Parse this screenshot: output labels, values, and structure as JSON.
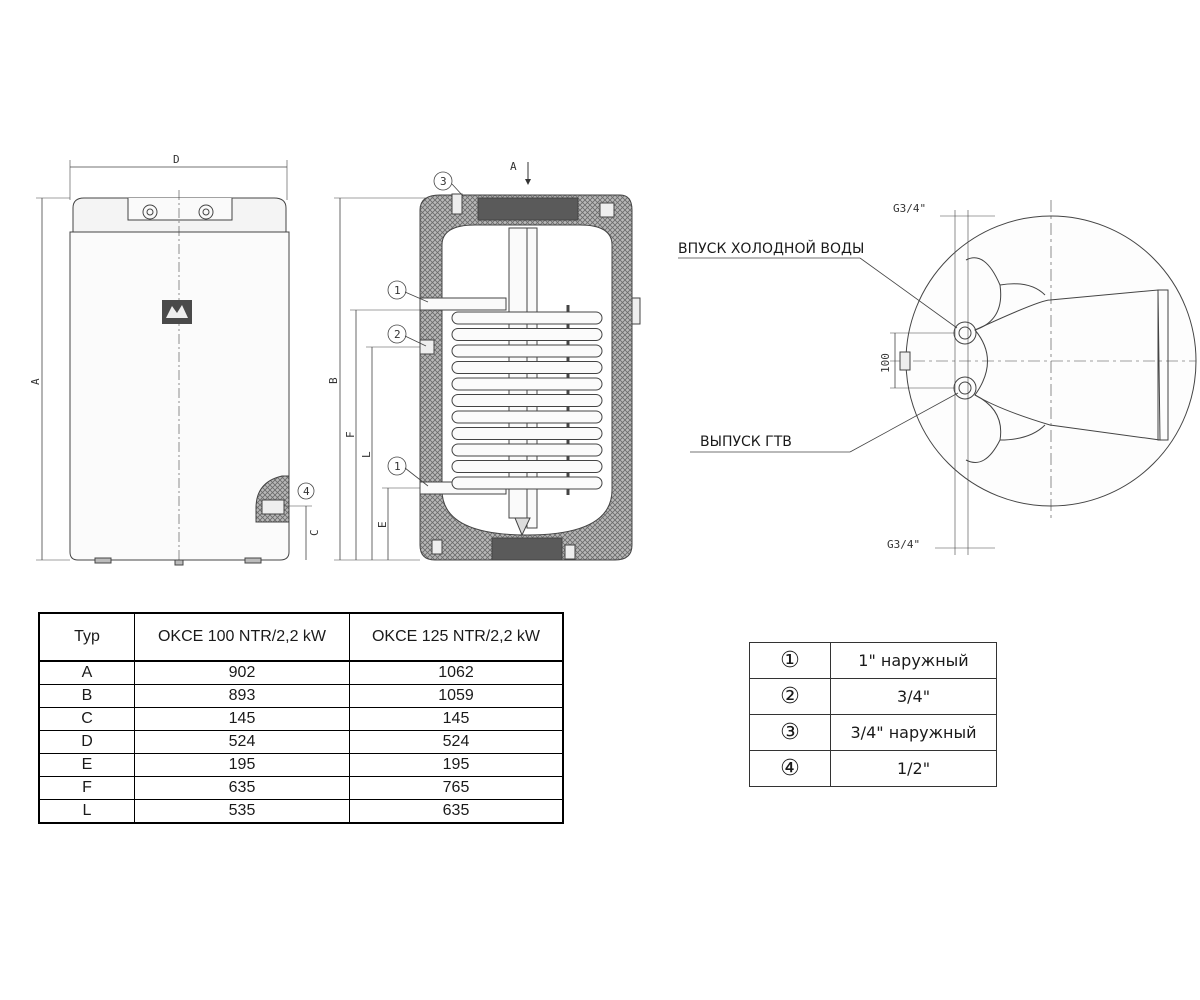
{
  "diagram": {
    "front_labels": {
      "width_dim": "D",
      "height_dim": "A",
      "conn_dim": "C",
      "conn_marker": "4"
    },
    "section_labels": {
      "top_arrow": "A",
      "height_dim": "B",
      "dim_f": "F",
      "dim_l": "L",
      "dim_e": "E",
      "markers": [
        "3",
        "1",
        "2",
        "1"
      ]
    },
    "top_view": {
      "g_top": "G3/4\"",
      "g_bottom": "G3/4\"",
      "spacing": "100",
      "inlet_label": "ВПУСК ХОЛОДНОЙ ВОДЫ",
      "outlet_label": "ВЫПУСК ГТВ"
    }
  },
  "dimensions_table": {
    "headers": [
      "Typ",
      "OKCE 100 NTR/2,2 kW",
      "OKCE 125 NTR/2,2 kW"
    ],
    "rows": [
      [
        "A",
        "902",
        "1062"
      ],
      [
        "B",
        "893",
        "1059"
      ],
      [
        "C",
        "145",
        "145"
      ],
      [
        "D",
        "524",
        "524"
      ],
      [
        "E",
        "195",
        "195"
      ],
      [
        "F",
        "635",
        "765"
      ],
      [
        "L",
        "535",
        "635"
      ]
    ]
  },
  "connections_table": {
    "rows": [
      {
        "num": "①",
        "value": "1\" наружный"
      },
      {
        "num": "②",
        "value": "3/4\""
      },
      {
        "num": "③",
        "value": "3/4\" наружный"
      },
      {
        "num": "④",
        "value": "1/2\""
      }
    ]
  }
}
